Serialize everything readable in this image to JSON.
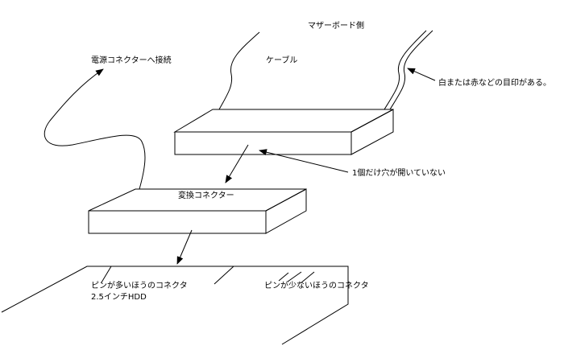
{
  "labels": {
    "motherboard_side": "マザーボード側",
    "cable": "ケーブル",
    "power_connector": "電源コネクターへ接続",
    "white_red_mark": "白または赤などの目印がある。",
    "one_hole_blocked": "1個だけ穴が開いていない",
    "adapter_connector": "変換コネクター",
    "more_pins_connector": "ピンが多いほうのコネクタ",
    "hdd_name": "2.5インチHDD",
    "fewer_pins_connector": "ピンが少ないほうのコネクタ"
  }
}
